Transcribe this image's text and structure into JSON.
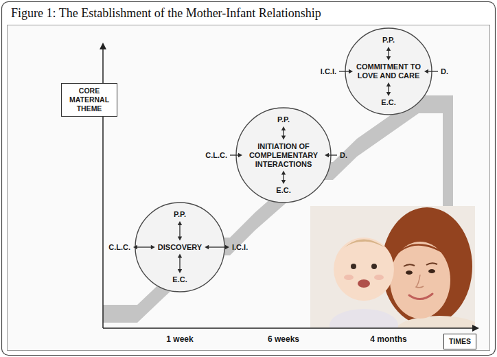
{
  "diagram": {
    "title": "Figure 1: The Establishment of the Mother-Infant Relationship",
    "nodes": [
      {
        "text": [
          "CORE MATERNAL THEME"
        ]
      },
      {
        "text": [
          "P.P.",
          "DISCOVERY",
          "E.C."
        ]
      },
      {
        "text": [
          "P.P.",
          "INITIATION OF COMPLEMENTARY INTERACTIONS",
          "E.C."
        ]
      },
      {
        "text": [
          "P.P.",
          "COMMITMENT TO LOVE AND CARE",
          "E.C."
        ]
      },
      {
        "text": [
          "TIMES"
        ]
      }
    ],
    "labels": [
      "C.L.C.",
      "I.C.I.",
      "C.L.C.",
      "D.",
      "I.C.I.",
      "D.",
      "1 week",
      "6 weeks",
      "4 months"
    ]
  }
}
